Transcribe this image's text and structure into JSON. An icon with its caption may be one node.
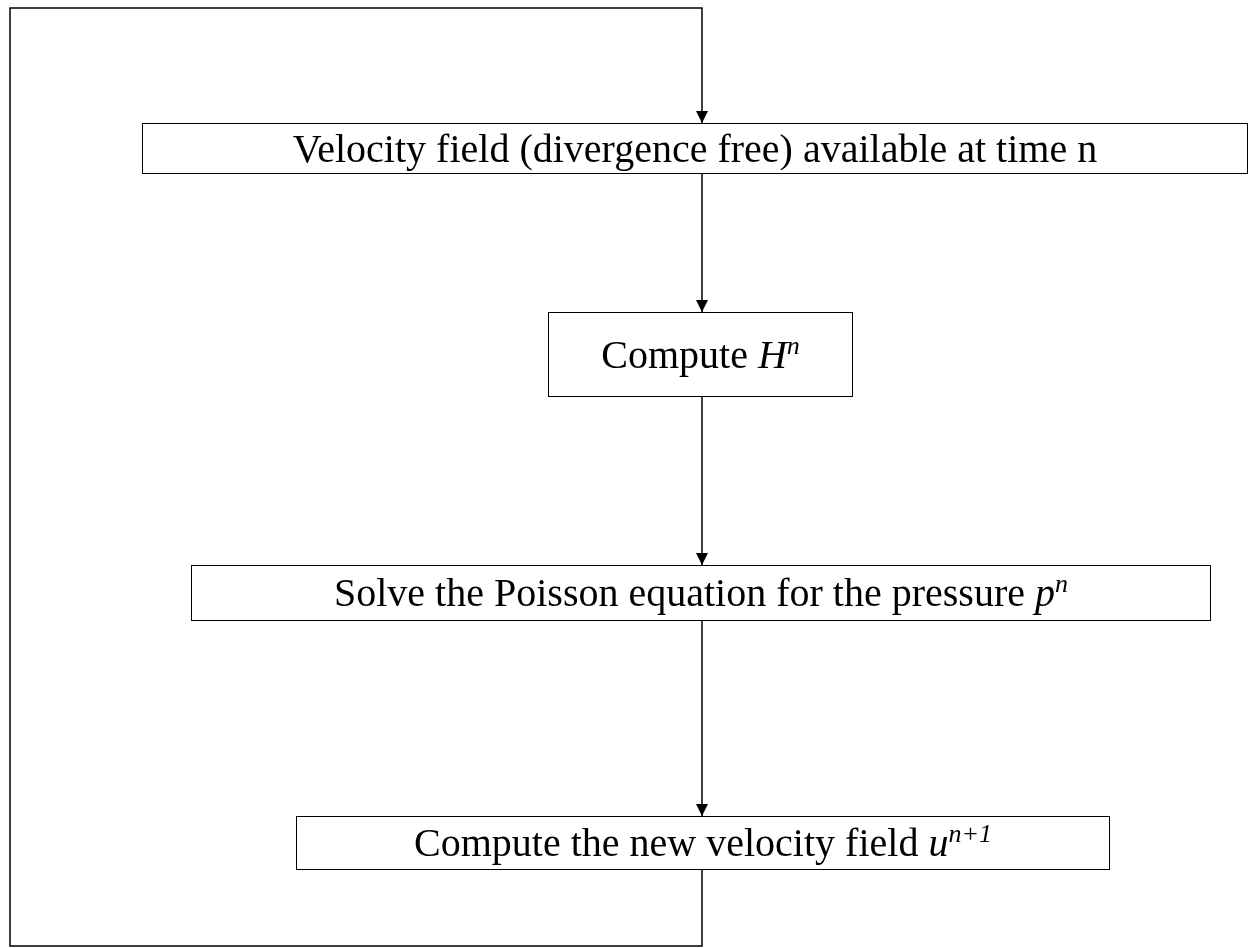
{
  "diagram": {
    "nodes": [
      {
        "text": [
          "Velocity field (divergence free) available at time n"
        ]
      },
      {
        "text": [
          "Compute *H*$^{n}$"
        ]
      },
      {
        "text": [
          "Solve the Poisson equation for the pressure *p*$^{n}$"
        ]
      },
      {
        "text": [
          "Compute the new velocity field *u*$^{n+1}$"
        ]
      }
    ],
    "edges": [
      {
        "from": 0,
        "to": 1,
        "arrow": "to"
      },
      {
        "from": 1,
        "to": 2,
        "arrow": "to"
      },
      {
        "from": 2,
        "to": 3,
        "arrow": "to"
      },
      {
        "from": 3,
        "to": 0,
        "arrow": "to"
      }
    ]
  }
}
